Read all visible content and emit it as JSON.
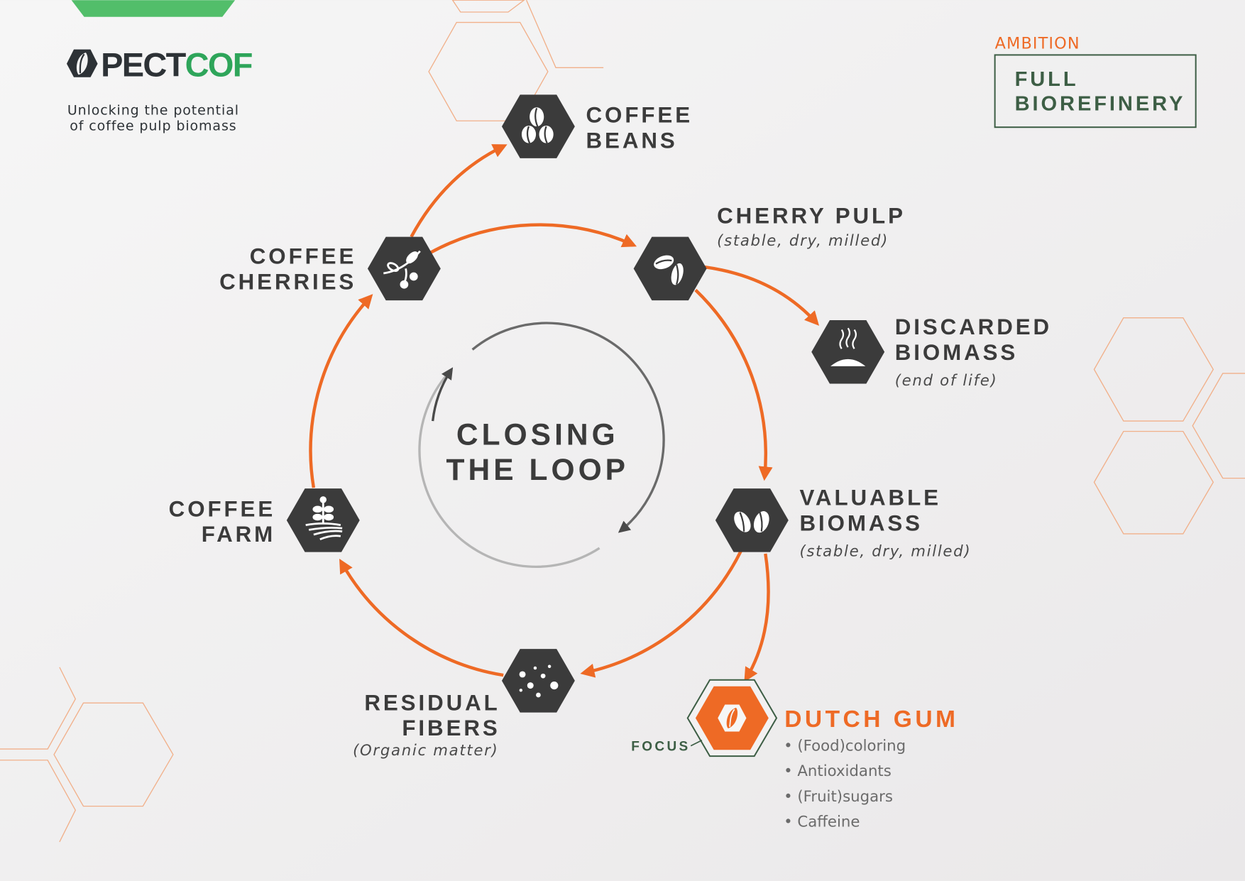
{
  "brand": {
    "logo_dark": "PECT",
    "logo_green": "COF",
    "tagline_1": "Unlocking the potential",
    "tagline_2": "of coffee pulp biomass"
  },
  "ambition": {
    "label": "AMBITION",
    "line1": "FULL",
    "line2": "BIOREFINERY"
  },
  "center": {
    "line1": "CLOSING",
    "line2": "THE LOOP"
  },
  "nodes": {
    "beans": {
      "line1": "COFFEE",
      "line2": "BEANS",
      "icon": "coffee-beans-icon"
    },
    "cherries": {
      "line1": "COFFEE",
      "line2": "CHERRIES",
      "icon": "branch-icon"
    },
    "pulp": {
      "line1": "CHERRY PULP",
      "sub": "(stable, dry, milled)",
      "icon": "pulp-icon"
    },
    "discarded": {
      "line1": "DISCARDED",
      "line2": "BIOMASS",
      "sub": "(end of life)",
      "icon": "smoking-pile-icon"
    },
    "valuable": {
      "line1": "VALUABLE",
      "line2": "BIOMASS",
      "sub": "(stable, dry, milled)",
      "icon": "coffee-husk-icon"
    },
    "residual": {
      "line1": "RESIDUAL",
      "line2": "FIBERS",
      "sub": "(Organic matter)",
      "icon": "particles-icon"
    },
    "farm": {
      "line1": "COFFEE",
      "line2": "FARM",
      "icon": "farm-icon"
    }
  },
  "focus": {
    "label": "FOCUS",
    "title": "DUTCH GUM",
    "items": [
      "• (Food)coloring",
      "• Antioxidants",
      "• (Fruit)sugars",
      "• Caffeine"
    ]
  },
  "colors": {
    "orange": "#ee6a25",
    "dark": "#3b3b3b",
    "green": "#2ea55a",
    "forest": "#3d5e45"
  }
}
